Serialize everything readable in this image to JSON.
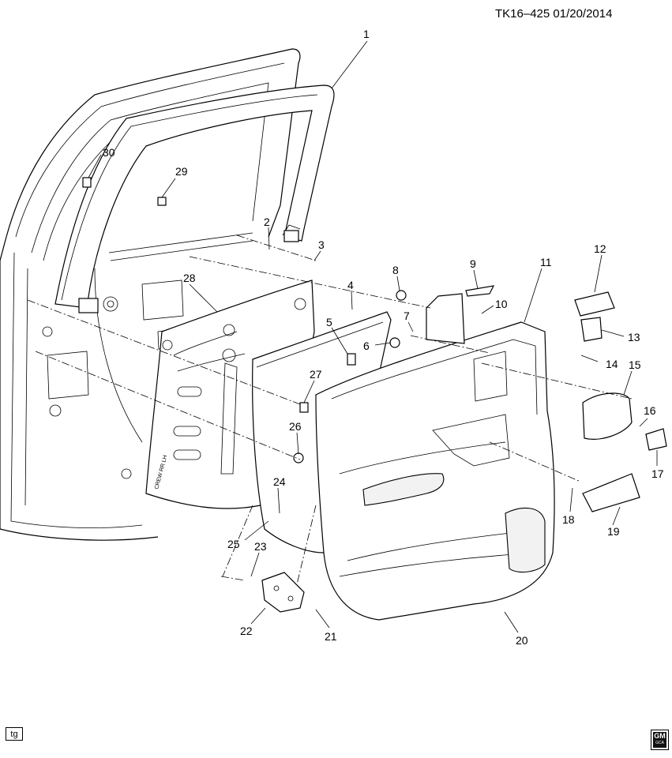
{
  "header": {
    "code": "TK16–425  01/20/2014"
  },
  "footer": {
    "tag": "tg",
    "logo_text": "GM",
    "logo_sub": "GCA"
  },
  "callouts": [
    "1",
    "2",
    "3",
    "4",
    "5",
    "6",
    "7",
    "8",
    "9",
    "10",
    "11",
    "12",
    "13",
    "14",
    "15",
    "16",
    "17",
    "18",
    "19",
    "20",
    "21",
    "22",
    "23",
    "24",
    "25",
    "26",
    "27",
    "28",
    "29",
    "30"
  ],
  "panel_label": "CREW RR LH"
}
